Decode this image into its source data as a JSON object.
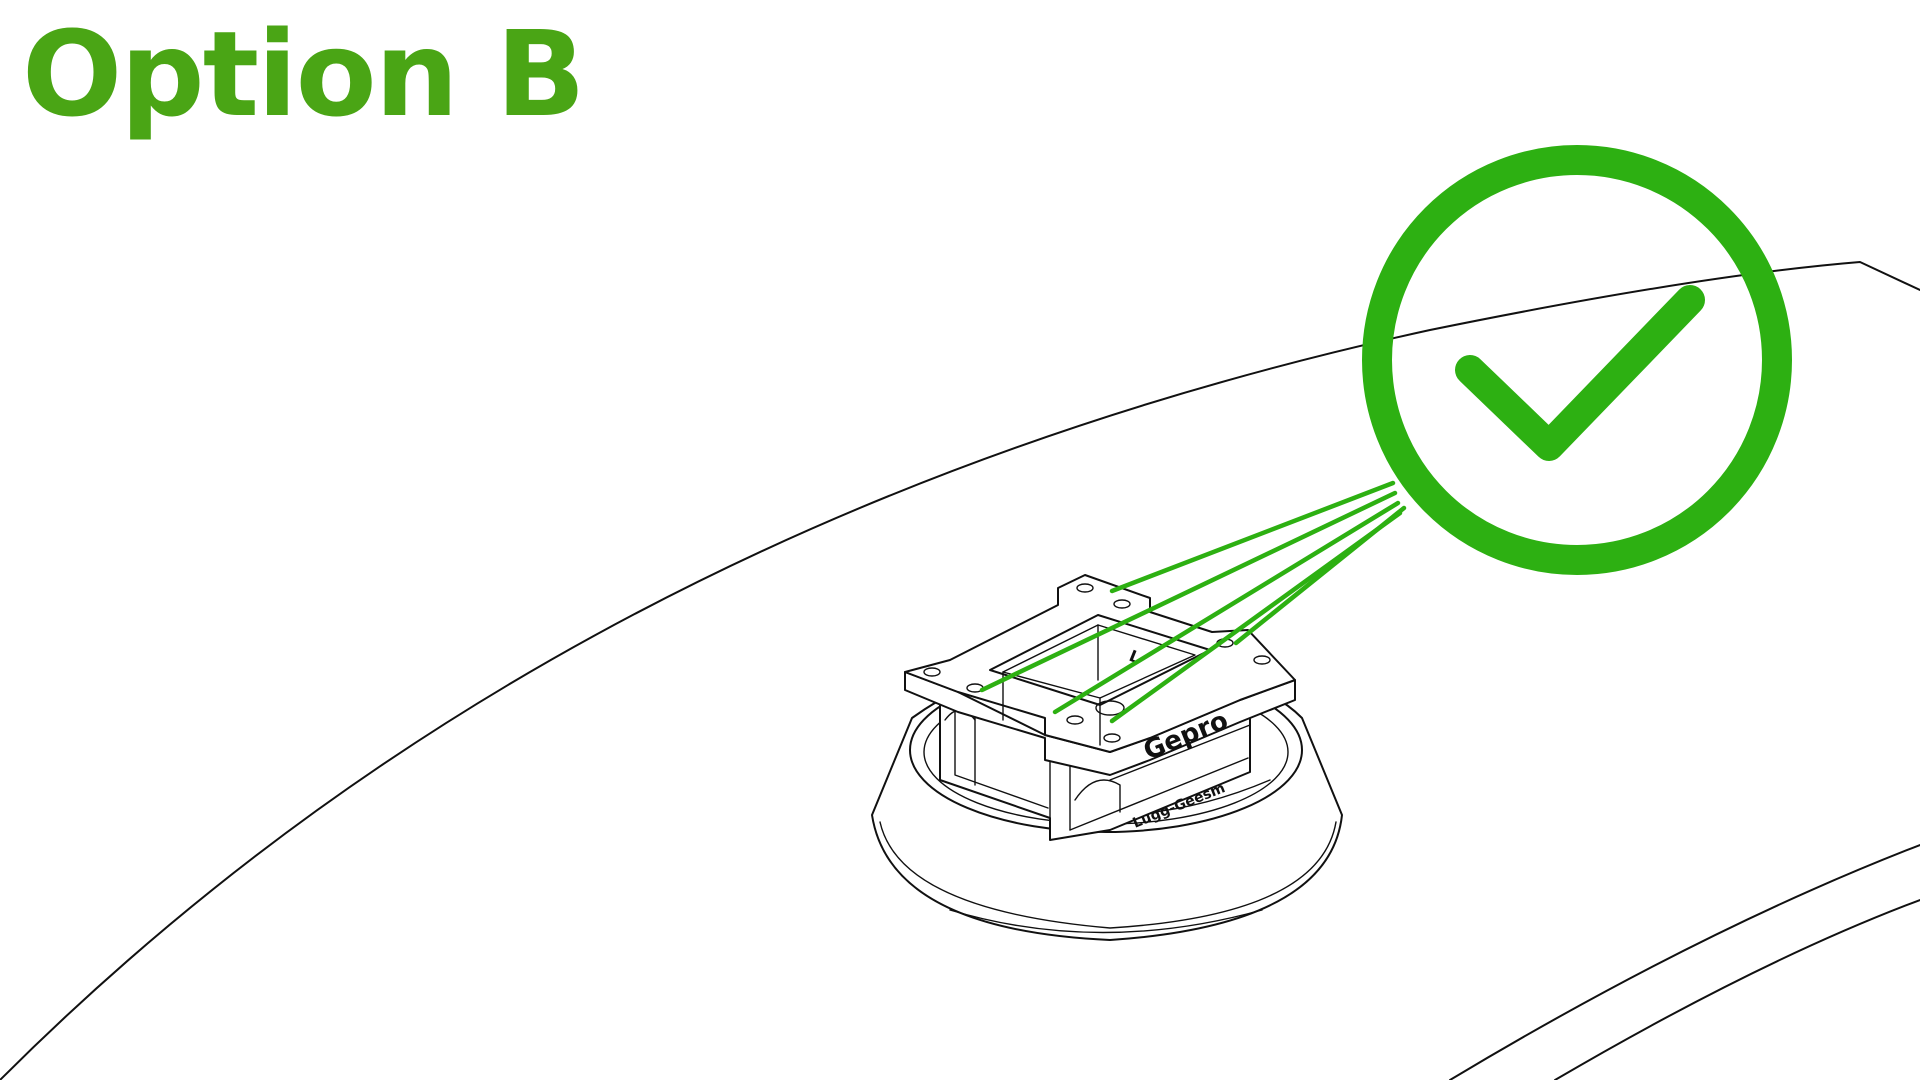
{
  "title": "Option B",
  "status": {
    "icon": "checkmark-icon",
    "meaning": "approved",
    "color": "#2db012"
  },
  "title_color": "#4aa515",
  "line_color": "#111111",
  "bracket_engravings": {
    "label": "L",
    "logo": "Gepro",
    "side": "Lugg-Geesm"
  }
}
